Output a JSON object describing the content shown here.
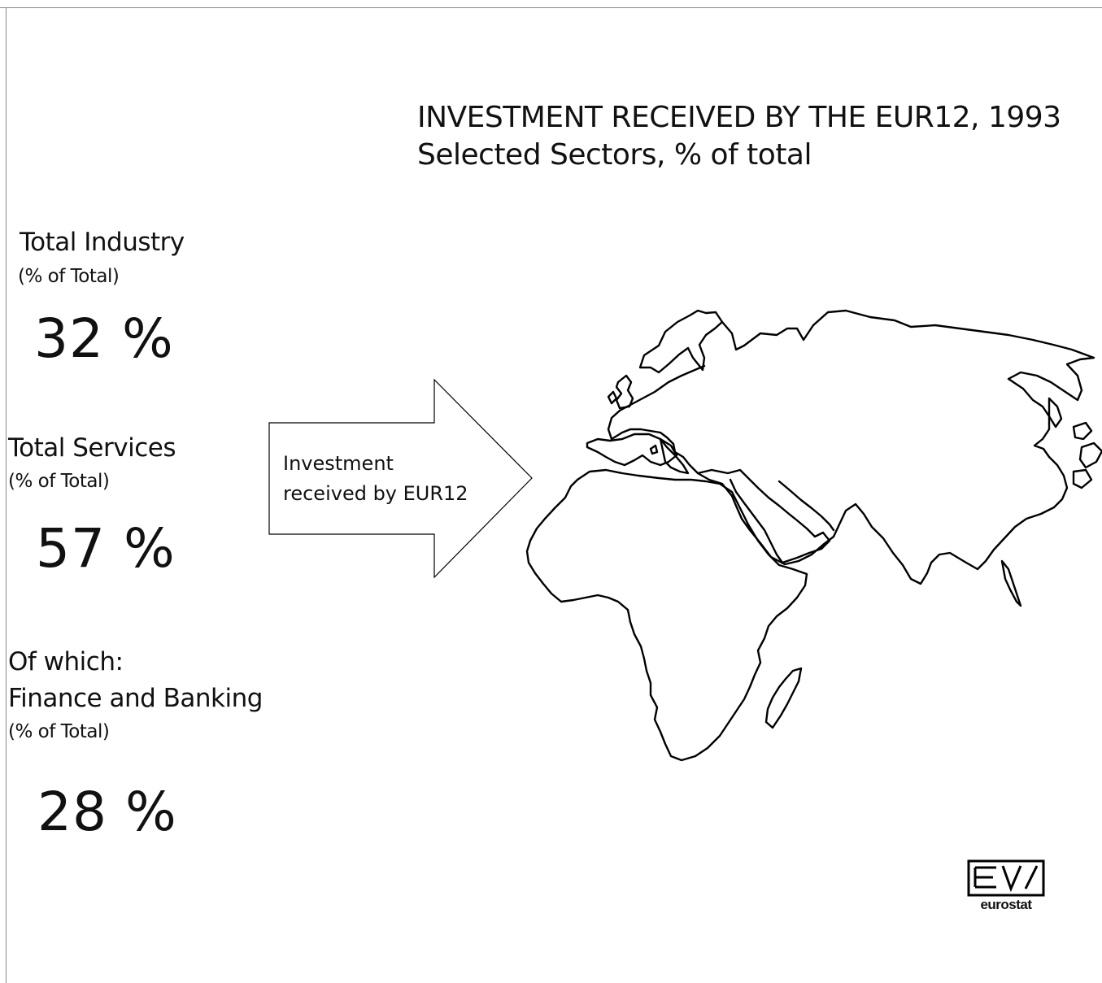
{
  "chart_data": {
    "type": "table",
    "title": "INVESTMENT RECEIVED BY THE EUR12, 1993",
    "subtitle": "Selected Sectors, % of total",
    "rows": [
      {
        "label": "Total Industry",
        "sublabel": "(% of Total)",
        "value": 32,
        "display": "32 %"
      },
      {
        "label": "Total Services",
        "sublabel": "(% of Total)",
        "value": 57,
        "display": "57 %"
      },
      {
        "label_line1": "Of which:",
        "label": "Finance and Banking",
        "sublabel": "(% of Total)",
        "value": 28,
        "display": "28 %"
      }
    ],
    "annotation": {
      "line1": "Investment",
      "line2": "received by EUR12"
    }
  },
  "logo": {
    "name": "eurostat-logo",
    "text": "eurostat"
  },
  "colors": {
    "text": "#111111",
    "stroke": "#000000",
    "background": "#ffffff"
  },
  "icons": [
    "world-map",
    "right-arrow"
  ]
}
